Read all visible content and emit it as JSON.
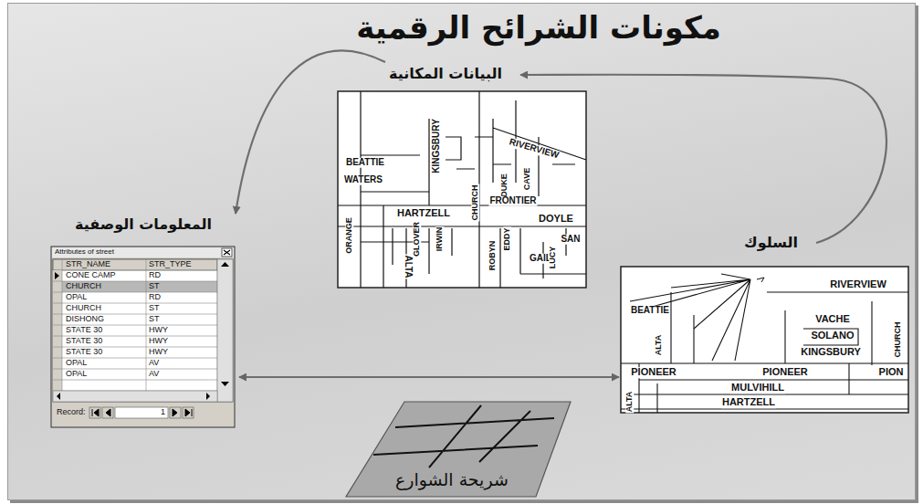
{
  "diagram": {
    "title": "مكونات الشرائح الرقمية",
    "nodes": [
      {
        "text": [
          "البيانات المكانية"
        ]
      },
      {
        "text": [
          "المعلومات الوصفية"
        ]
      },
      {
        "text": [
          "السلوك"
        ]
      },
      {
        "text": [
          "شريحة الشوارع"
        ]
      }
    ],
    "edges": [
      {
        "from": 0,
        "to": 1,
        "arrow": "to"
      },
      {
        "from": 2,
        "to": 0,
        "arrow": "to"
      },
      {
        "from": 1,
        "to": 2,
        "arrow": "both"
      }
    ],
    "labels": [
      "BEATTIE",
      "WATERS",
      "KINGSBURY",
      "RIVERVIEW",
      "DUKE",
      "CAVE",
      "FRONTIER",
      "CHURCH",
      "HARTZELL",
      "DOYLE",
      "ORANGE",
      "ALTA",
      "GLOVER",
      "IRWIN",
      "ROBYN",
      "EDDY",
      "SAN",
      "GAIL",
      "LUCY",
      "Attributes of street",
      "STR_NAME",
      "STR_TYPE",
      "CONE CAMP",
      "RD",
      "CHURCH",
      "ST",
      "OPAL",
      "RD",
      "CHURCH",
      "ST",
      "DISHONG",
      "ST",
      "STATE 30",
      "HWY",
      "STATE 30",
      "HWY",
      "STATE 30",
      "HWY",
      "OPAL",
      "AV",
      "OPAL",
      "AV",
      "Record:",
      "1",
      "RIVERVIEW",
      "BEATTIE",
      "VACHE",
      "SOLANO",
      "ALTA",
      "KINGSBURY",
      "CHURCH",
      "PIONEER",
      "PIONEER",
      "PION",
      "MULVIHILL",
      "ALTA",
      "HARTZELL"
    ]
  }
}
